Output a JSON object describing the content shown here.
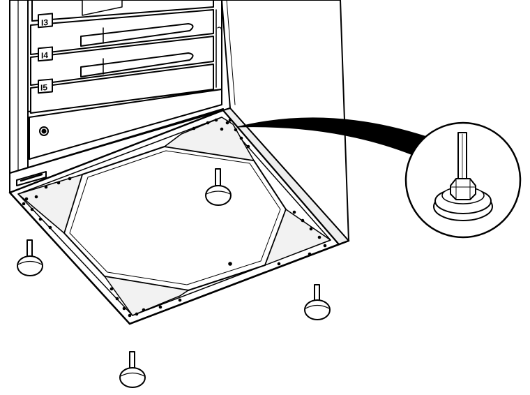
{
  "drawer_labels": [
    "I3",
    "I4",
    "I5"
  ],
  "callout_subject": "leveling-foot-detail",
  "feet": [
    "foot-front-left",
    "foot-front-center",
    "foot-right",
    "foot-center-inside"
  ],
  "colors": {
    "line": "#000000",
    "fill": "#ffffff",
    "shade": "#e6e6e6"
  }
}
